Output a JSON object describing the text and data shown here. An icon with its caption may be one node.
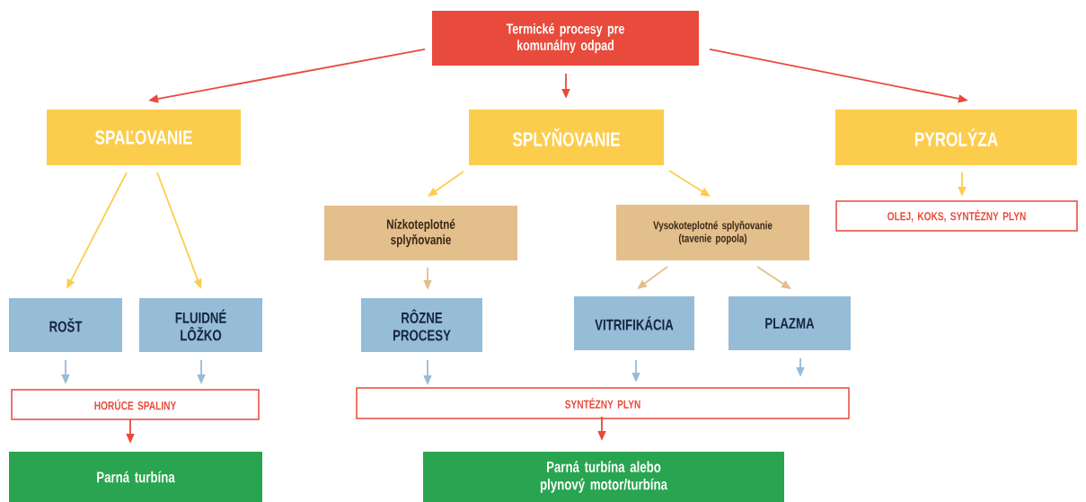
{
  "diagram": {
    "nodes": [
      {
        "text": [
          "Termické procesy pre komunálny odpad"
        ]
      },
      {
        "text": [
          "SPAĽOVANIE"
        ]
      },
      {
        "text": [
          "SPLYŇOVANIE"
        ]
      },
      {
        "text": [
          "PYROLÝZA"
        ]
      },
      {
        "text": [
          "Nízkoteplotné splyňovanie"
        ]
      },
      {
        "text": [
          "Vysokoteplotné splyňovanie (tavenie popola)"
        ]
      },
      {
        "text": [
          "OLEJ, KOKS, SYNTÉZNY PLYN"
        ]
      },
      {
        "text": [
          "ROŠT"
        ]
      },
      {
        "text": [
          "FLUIDNÉ LÔŽKO"
        ]
      },
      {
        "text": [
          "RÔZNE PROCESY"
        ]
      },
      {
        "text": [
          "VITRIFIKÁCIA"
        ]
      },
      {
        "text": [
          "PLAZMA"
        ]
      },
      {
        "text": [
          "HORÚCE SPALINY"
        ]
      },
      {
        "text": [
          "SYNTÉZNY PLYN"
        ]
      },
      {
        "text": [
          "Parná turbína"
        ]
      },
      {
        "text": [
          "Parná turbína alebo plynový motor/turbína"
        ]
      }
    ],
    "edges": [
      {
        "from": 0,
        "to": 1,
        "arrow": "to",
        "color": "#e84a3b"
      },
      {
        "from": 0,
        "to": 2,
        "arrow": "to",
        "color": "#e84a3b"
      },
      {
        "from": 0,
        "to": 3,
        "arrow": "to",
        "color": "#e84a3b"
      },
      {
        "from": 1,
        "to": 7,
        "arrow": "to",
        "color": "#fccd4d"
      },
      {
        "from": 1,
        "to": 8,
        "arrow": "to",
        "color": "#fccd4d"
      },
      {
        "from": 2,
        "to": 4,
        "arrow": "to",
        "color": "#fccd4d"
      },
      {
        "from": 2,
        "to": 5,
        "arrow": "to",
        "color": "#fccd4d"
      },
      {
        "from": 3,
        "to": 6,
        "arrow": "to",
        "color": "#fccd4d"
      },
      {
        "from": 4,
        "to": 9,
        "arrow": "to",
        "color": "#e3bf8c"
      },
      {
        "from": 5,
        "to": 10,
        "arrow": "to",
        "color": "#e3bf8c"
      },
      {
        "from": 5,
        "to": 11,
        "arrow": "to",
        "color": "#e3bf8c"
      },
      {
        "from": 7,
        "to": 12,
        "arrow": "to",
        "color": "#96bcd8"
      },
      {
        "from": 8,
        "to": 12,
        "arrow": "to",
        "color": "#96bcd8"
      },
      {
        "from": 9,
        "to": 13,
        "arrow": "to",
        "color": "#96bcd8"
      },
      {
        "from": 10,
        "to": 13,
        "arrow": "to",
        "color": "#96bcd8"
      },
      {
        "from": 11,
        "to": 13,
        "arrow": "to",
        "color": "#96bcd8"
      },
      {
        "from": 12,
        "to": 14,
        "arrow": "to",
        "color": "#e84a3b"
      },
      {
        "from": 13,
        "to": 15,
        "arrow": "to",
        "color": "#e84a3b"
      }
    ]
  }
}
